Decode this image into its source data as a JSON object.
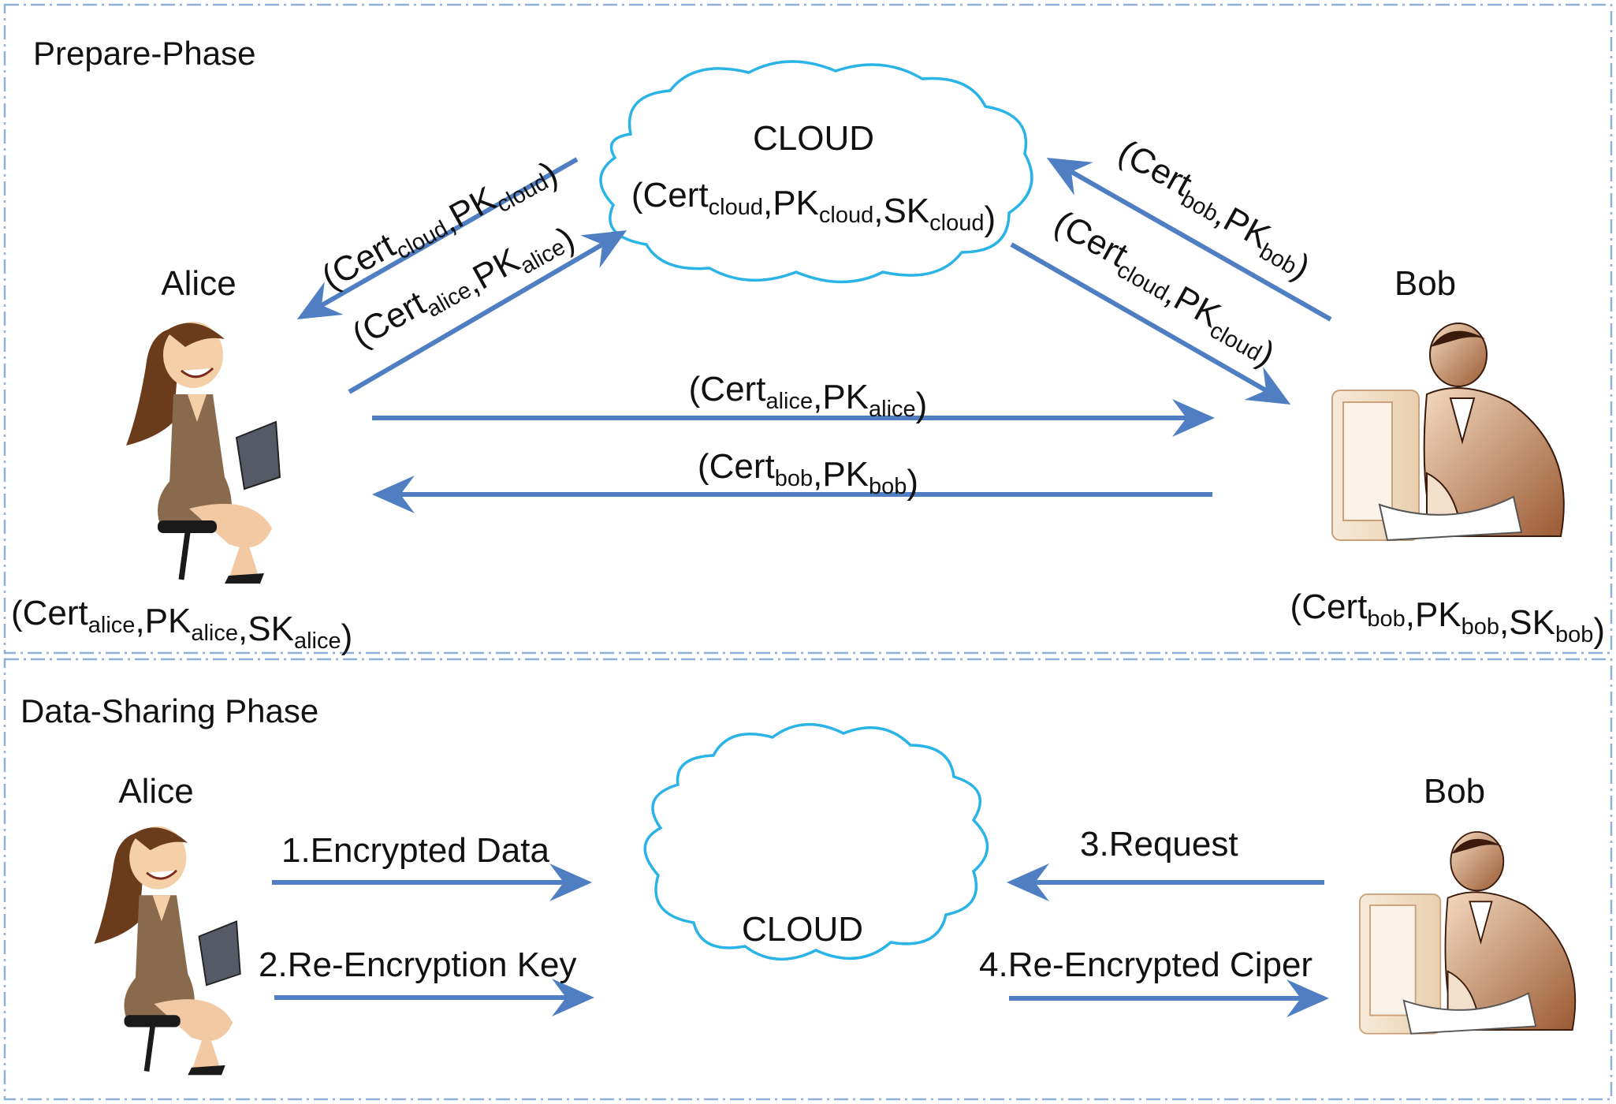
{
  "colors": {
    "arrow": "#4f7fc2",
    "cloud_stroke": "#2ab3e6",
    "panel_border": "#8fb0d8",
    "text": "#111111"
  },
  "prepare_phase": {
    "title": "Prepare-Phase",
    "cloud": {
      "label": "CLOUD",
      "keys": [
        {
          "base": "(Cert",
          "sub": "cloud"
        },
        {
          "base": ",PK",
          "sub": "cloud"
        },
        {
          "base": ",SK",
          "sub": "cloud"
        },
        {
          "base": ")",
          "sub": ""
        }
      ]
    },
    "alice": {
      "name": "Alice",
      "keys": [
        {
          "base": "(Cert",
          "sub": "alice"
        },
        {
          "base": ",PK",
          "sub": "alice"
        },
        {
          "base": ",SK",
          "sub": "alice"
        },
        {
          "base": ")",
          "sub": ""
        }
      ]
    },
    "bob": {
      "name": "Bob",
      "keys": [
        {
          "base": "(Cert",
          "sub": "bob"
        },
        {
          "base": ",PK",
          "sub": "bob"
        },
        {
          "base": ",SK",
          "sub": "bob"
        },
        {
          "base": ")",
          "sub": ""
        }
      ]
    },
    "messages": {
      "cloud_to_alice": [
        {
          "base": "(Cert",
          "sub": "cloud"
        },
        {
          "base": ",PK",
          "sub": "cloud"
        },
        {
          "base": ")",
          "sub": ""
        }
      ],
      "alice_to_cloud": [
        {
          "base": "(Cert",
          "sub": "alice"
        },
        {
          "base": ",PK",
          "sub": "alice"
        },
        {
          "base": ")",
          "sub": ""
        }
      ],
      "bob_to_cloud": [
        {
          "base": "(Cert",
          "sub": "bob"
        },
        {
          "base": ",PK",
          "sub": "bob"
        },
        {
          "base": ")",
          "sub": ""
        }
      ],
      "cloud_to_bob": [
        {
          "base": "(Cert",
          "sub": "cloud"
        },
        {
          "base": ",PK",
          "sub": "cloud"
        },
        {
          "base": ")",
          "sub": ""
        }
      ],
      "alice_to_bob": [
        {
          "base": "(Cert",
          "sub": "alice"
        },
        {
          "base": ",PK",
          "sub": "alice"
        },
        {
          "base": ")",
          "sub": ""
        }
      ],
      "bob_to_alice": [
        {
          "base": "(Cert",
          "sub": "bob"
        },
        {
          "base": ",PK",
          "sub": "bob"
        },
        {
          "base": ")",
          "sub": ""
        }
      ]
    }
  },
  "data_sharing_phase": {
    "title": "Data-Sharing Phase",
    "alice_name": "Alice",
    "bob_name": "Bob",
    "cloud_label": "CLOUD",
    "step1": "1.Encrypted Data",
    "step2": "2.Re-Encryption Key",
    "step3": "3.Request",
    "step4": "4.Re-Encrypted Ciper"
  }
}
